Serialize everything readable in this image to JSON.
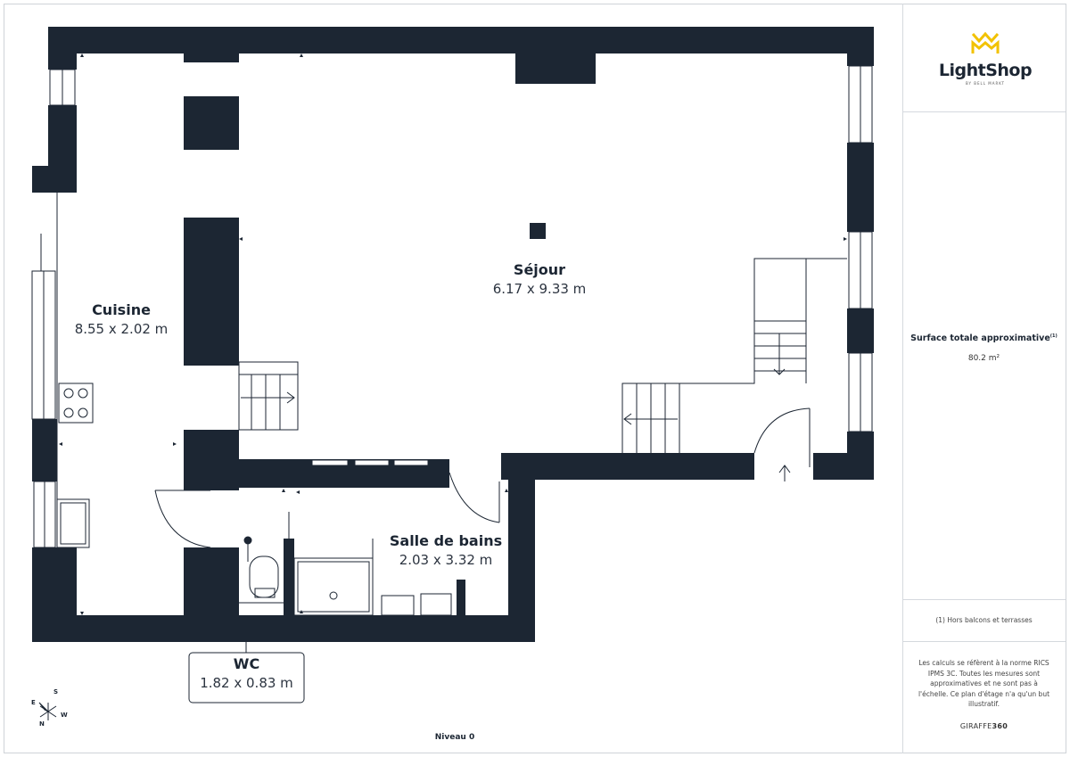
{
  "brand": {
    "name": "LightShop",
    "subtitle": "BY BELL MARKT",
    "accent": "#f2c200"
  },
  "colors": {
    "wall": "#1c2633",
    "line": "#1c2633",
    "background": "#ffffff"
  },
  "rooms": [
    {
      "id": "sejour",
      "name": "Séjour",
      "dims": "6.17 x 9.33 m"
    },
    {
      "id": "cuisine",
      "name": "Cuisine",
      "dims": "8.55 x 2.02 m"
    },
    {
      "id": "sdb",
      "name": "Salle de bains",
      "dims": "2.03 x 3.32 m"
    },
    {
      "id": "wc",
      "name": "WC",
      "dims": "1.82 x 0.83 m"
    }
  ],
  "compass": {
    "n": "N",
    "s": "S",
    "e": "E",
    "w": "W"
  },
  "level": "Niveau 0",
  "sidebar": {
    "surface_label": "Surface totale approximative",
    "surface_note_ref": "(1)",
    "surface_value": "80.2 m²",
    "note": "(1) Hors balcons et terrasses",
    "disclaimer": "Les calculs se réfèrent à la norme RICS IPMS 3C. Toutes les mesures sont approximatives et ne sont pas à l'échelle. Ce plan d'étage n'a qu'un but illustratif.",
    "credit_prefix": "GIRAFFE",
    "credit_suffix": "360"
  }
}
